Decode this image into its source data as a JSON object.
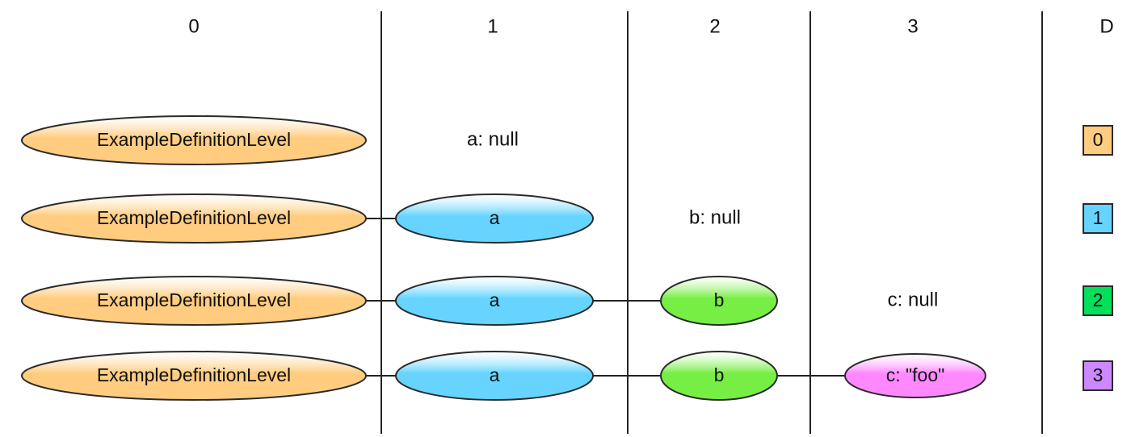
{
  "columns": [
    {
      "header": "0"
    },
    {
      "header": "1"
    },
    {
      "header": "2"
    },
    {
      "header": "3"
    },
    {
      "header": "D"
    }
  ],
  "colors": {
    "root": "#FFCC80",
    "level_a": "#66D4FF",
    "level_b": "#77EE44",
    "level_c": "#FF88FF",
    "box_0": "#FFCC80",
    "box_1": "#66D4FF",
    "box_2": "#00E05A",
    "box_3": "#CC88FF"
  },
  "rows": [
    {
      "root_label": "ExampleDefinitionLevel",
      "nodes": [],
      "null_text": "a: null",
      "null_column": 1,
      "definition_level": "0"
    },
    {
      "root_label": "ExampleDefinitionLevel",
      "nodes": [
        {
          "label": "a",
          "column": 1
        }
      ],
      "null_text": "b: null",
      "null_column": 2,
      "definition_level": "1"
    },
    {
      "root_label": "ExampleDefinitionLevel",
      "nodes": [
        {
          "label": "a",
          "column": 1
        },
        {
          "label": "b",
          "column": 2
        }
      ],
      "null_text": "c: null",
      "null_column": 3,
      "definition_level": "2"
    },
    {
      "root_label": "ExampleDefinitionLevel",
      "nodes": [
        {
          "label": "a",
          "column": 1
        },
        {
          "label": "b",
          "column": 2
        },
        {
          "label": "c: \"foo\"",
          "column": 3
        }
      ],
      "null_text": "",
      "null_column": null,
      "definition_level": "3"
    }
  ]
}
